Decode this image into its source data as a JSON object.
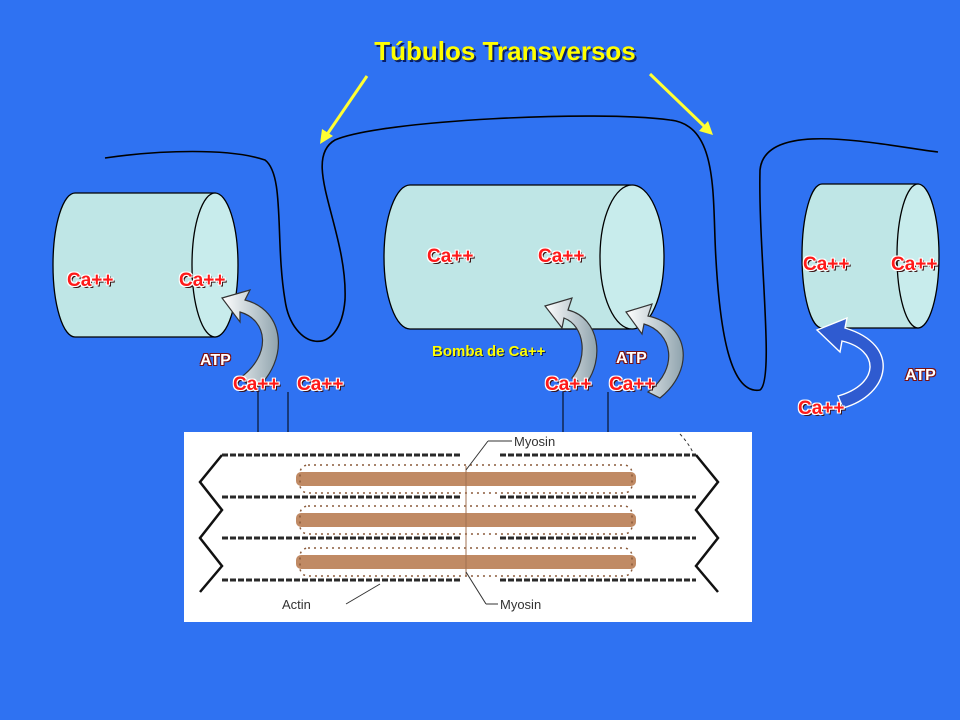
{
  "title": "Túbulos Transversos",
  "labels": {
    "left_top_1": "Ca++",
    "left_top_2": "Ca++",
    "left_atp": "ATP",
    "left_bottom_1": "Ca++",
    "left_bottom_2": "Ca++",
    "mid_top_1": "Ca++",
    "mid_top_2": "Ca++",
    "mid_pump": "Bomba de Ca++",
    "mid_atp": "ATP",
    "mid_bottom_1": "Ca++",
    "mid_bottom_2": "Ca++",
    "right_top_1": "Ca++",
    "right_top_2": "Ca++",
    "right_atp": "ATP",
    "right_bottom": "Ca++"
  },
  "inset": {
    "myosin_top": "Myosin",
    "myosin_bottom": "Myosin",
    "actin": "Actin"
  },
  "colors": {
    "background": "#2f72f2",
    "title": "#ffff00",
    "ion_label": "#ff1a1a",
    "cylinder": "#bfe6e6",
    "arrow_yellow": "#ffff33"
  }
}
